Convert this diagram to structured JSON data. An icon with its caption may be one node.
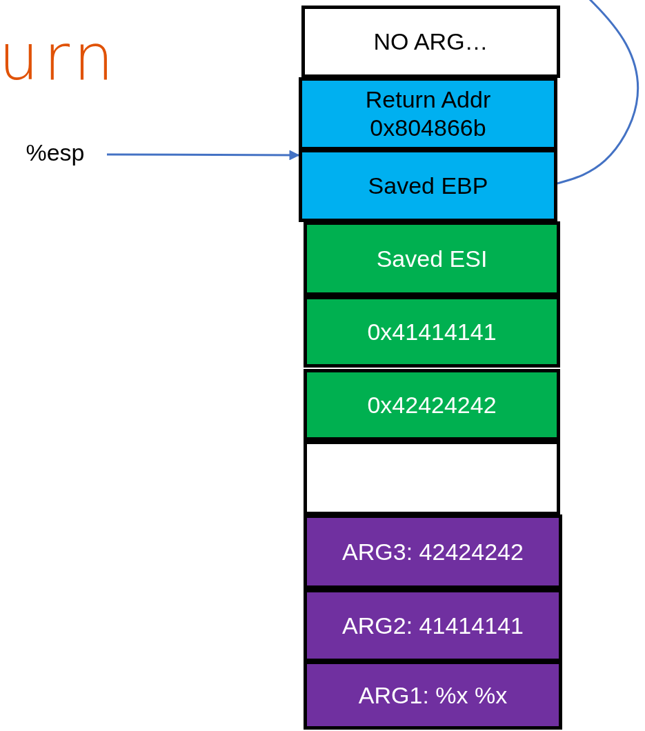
{
  "diagram": {
    "title": "urn",
    "nodes": [
      {
        "text": [
          "%esp"
        ]
      },
      {
        "text": [
          "NO ARG…"
        ]
      },
      {
        "text": [
          "Return Addr 0x804866b"
        ]
      },
      {
        "text": [
          "Saved EBP"
        ]
      },
      {
        "text": [
          "Saved ESI"
        ]
      },
      {
        "text": [
          "0x41414141"
        ]
      },
      {
        "text": [
          "0x42424242"
        ]
      },
      {
        "text": [],
        "shape": "box"
      },
      {
        "text": [
          "ARG3: 42424242"
        ]
      },
      {
        "text": [
          "ARG2: 41414141"
        ]
      },
      {
        "text": [
          "ARG1: %x %x"
        ]
      }
    ],
    "edges": [
      {
        "from": 0,
        "to": 3,
        "arrow": "to"
      },
      {
        "from": 3,
        "to": null,
        "arrow": "none"
      }
    ]
  }
}
